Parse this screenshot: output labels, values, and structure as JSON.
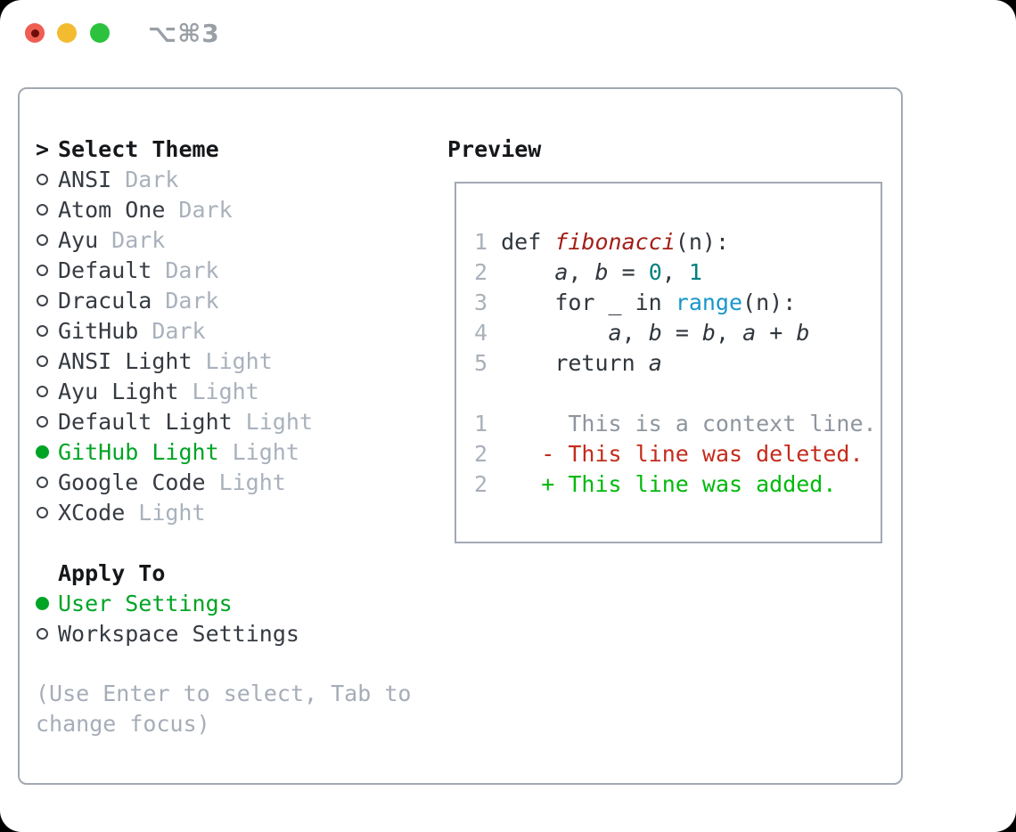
{
  "titlebar": {
    "hotkey": "⌥⌘3"
  },
  "colors": {
    "selected_green": "#00a425",
    "added_green": "#00b90d",
    "deleted_red": "#c42b1c",
    "function_red": "#a21f17",
    "number_teal": "#008080",
    "builtin_blue": "#1897cb",
    "muted_gray": "#a6adb8",
    "panel_border": "#a2a9b3",
    "traffic_red": "#ee5e52",
    "traffic_yellow": "#f3bb2f",
    "traffic_green": "#2cc23e"
  },
  "theme_panel": {
    "prompt": ">",
    "header": "Select Theme",
    "themes": [
      {
        "name": "ANSI",
        "variant": "Dark",
        "selected": false
      },
      {
        "name": "Atom One",
        "variant": "Dark",
        "selected": false
      },
      {
        "name": "Ayu",
        "variant": "Dark",
        "selected": false
      },
      {
        "name": "Default",
        "variant": "Dark",
        "selected": false
      },
      {
        "name": "Dracula",
        "variant": "Dark",
        "selected": false
      },
      {
        "name": "GitHub",
        "variant": "Dark",
        "selected": false
      },
      {
        "name": "ANSI Light",
        "variant": "Light",
        "selected": false
      },
      {
        "name": "Ayu Light",
        "variant": "Light",
        "selected": false
      },
      {
        "name": "Default Light",
        "variant": "Light",
        "selected": false
      },
      {
        "name": "GitHub Light",
        "variant": "Light",
        "selected": true
      },
      {
        "name": "Google Code",
        "variant": "Light",
        "selected": false
      },
      {
        "name": "XCode",
        "variant": "Light",
        "selected": false
      }
    ],
    "apply_to": {
      "header": "Apply To",
      "options": [
        {
          "label": "User Settings",
          "selected": true
        },
        {
          "label": "Workspace Settings",
          "selected": false
        }
      ]
    },
    "hint": "(Use Enter to select, Tab to change focus)"
  },
  "preview": {
    "title": "Preview",
    "code_lines": [
      {
        "num": "1",
        "segs": [
          " def ",
          "fibonacci",
          "(n):"
        ]
      },
      {
        "num": "2",
        "segs": [
          "     ",
          "a",
          ", ",
          "b",
          " = ",
          "0",
          ", ",
          "1"
        ]
      },
      {
        "num": "3",
        "segs": [
          "     for _ in ",
          "range",
          "(n):"
        ]
      },
      {
        "num": "4",
        "segs": [
          "         ",
          "a",
          ", ",
          "b",
          " = ",
          "b",
          ", ",
          "a",
          " + ",
          "b"
        ]
      },
      {
        "num": "5",
        "segs": [
          "     return ",
          "a"
        ]
      }
    ],
    "diff_lines": [
      {
        "num": "1",
        "segs": [
          "      This is a context line."
        ]
      },
      {
        "num": "2",
        "segs": [
          "    ",
          "- This line was deleted."
        ]
      },
      {
        "num": "2",
        "segs": [
          "    ",
          "+ This line was added."
        ]
      }
    ]
  }
}
